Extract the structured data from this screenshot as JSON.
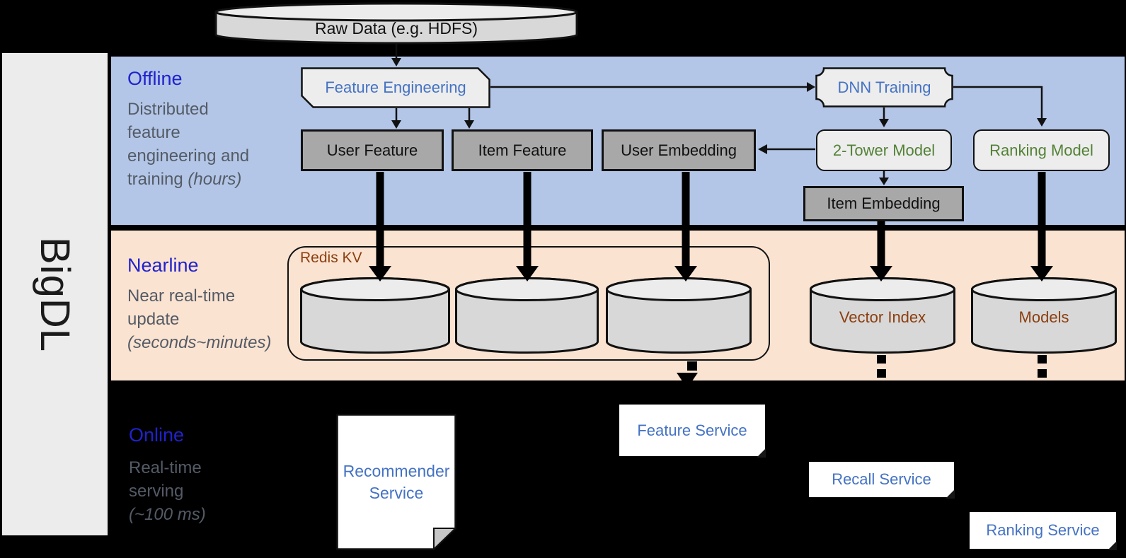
{
  "brand": "BigDL",
  "source_store": "Raw Data (e.g. HDFS)",
  "offline": {
    "title": "Offline",
    "desc": [
      "Distributed",
      "feature",
      "engineering and",
      "training "
    ],
    "desc_italic": "(hours)",
    "nodes": {
      "feature_engineering": "Feature Engineering",
      "dnn_training": "DNN Training",
      "user_feature": "User Feature",
      "item_feature": "Item Feature",
      "user_embedding": "User Embedding",
      "two_tower_model": "2-Tower Model",
      "ranking_model": "Ranking Model",
      "item_embedding": "Item Embedding"
    }
  },
  "nearline": {
    "title": "Nearline",
    "desc": [
      "Near real-time",
      "update"
    ],
    "desc_italic": "(seconds~minutes)",
    "redis_group": "Redis KV",
    "stores": {
      "vector_index": "Vector Index",
      "models": "Models"
    }
  },
  "online": {
    "title": "Online",
    "desc": [
      "Real-time",
      "serving"
    ],
    "desc_italic": "(~100 ms)",
    "services": {
      "recommender": "Recommender Service",
      "feature": "Feature Service",
      "recall": "Recall Service",
      "ranking": "Ranking Service"
    }
  },
  "colors": {
    "offline_bg": "#b3c6e7",
    "nearline_bg": "#fbe3d1",
    "online_bg": "#000000",
    "section_title_blue": "#2022cd",
    "node_text_blue": "#4472c4",
    "model_text_green": "#538135",
    "store_text_brown": "#8c3e0f",
    "desc_gray": "#545b66",
    "gray_node_fill": "#a8a8a8",
    "light_node_fill": "#ededed"
  }
}
